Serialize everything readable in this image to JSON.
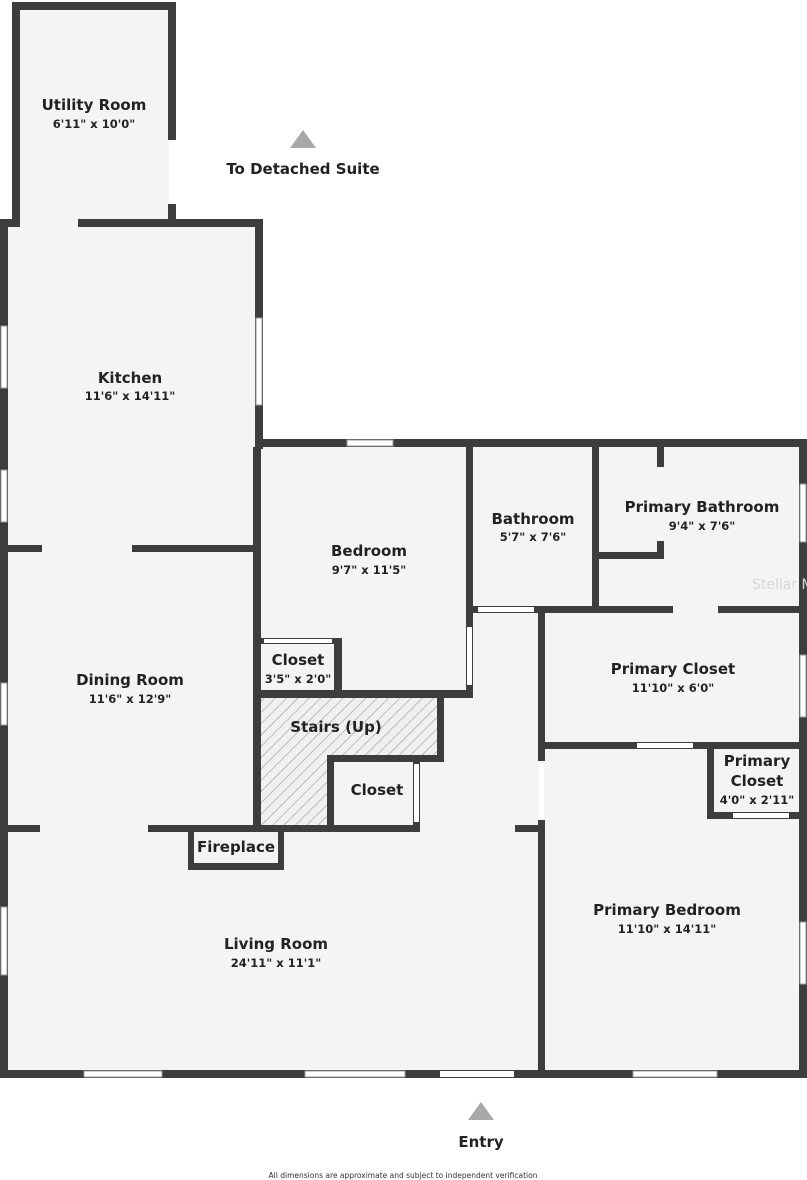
{
  "rooms": {
    "utility": {
      "name": "Utility Room",
      "dim": "6'11\" x 10'0\""
    },
    "kitchen": {
      "name": "Kitchen",
      "dim": "11'6\" x 14'11\""
    },
    "dining": {
      "name": "Dining Room",
      "dim": "11'6\" x 12'9\""
    },
    "living": {
      "name": "Living Room",
      "dim": "24'11\" x 11'1\""
    },
    "bedroom": {
      "name": "Bedroom",
      "dim": "9'7\" x 11'5\""
    },
    "bathroom": {
      "name": "Bathroom",
      "dim": "5'7\" x 7'6\""
    },
    "primary_bathroom": {
      "name": "Primary Bathroom",
      "dim": "9'4\" x 7'6\""
    },
    "primary_closet_large": {
      "name": "Primary Closet",
      "dim": "11'10\" x 6'0\""
    },
    "primary_closet_small": {
      "name_line1": "Primary",
      "name_line2": "Closet",
      "dim": "4'0\" x 2'11\""
    },
    "primary_bedroom": {
      "name": "Primary Bedroom",
      "dim": "11'10\" x 14'11\""
    },
    "closet_bedroom": {
      "name": "Closet",
      "dim": "3'5\" x 2'0\""
    },
    "closet_stairs": {
      "name": "Closet"
    },
    "stairs": {
      "name": "Stairs (Up)"
    },
    "fireplace": {
      "name": "Fireplace"
    }
  },
  "labels": {
    "detached_suite": "To Detached Suite",
    "entry": "Entry",
    "disclaimer": "All dimensions are approximate and subject to independent verification",
    "watermark": "Stellar M"
  },
  "colors": {
    "wall": "#3d3d3d",
    "room_fill": "#f4f4f4",
    "arrow": "#a8a8a8"
  }
}
